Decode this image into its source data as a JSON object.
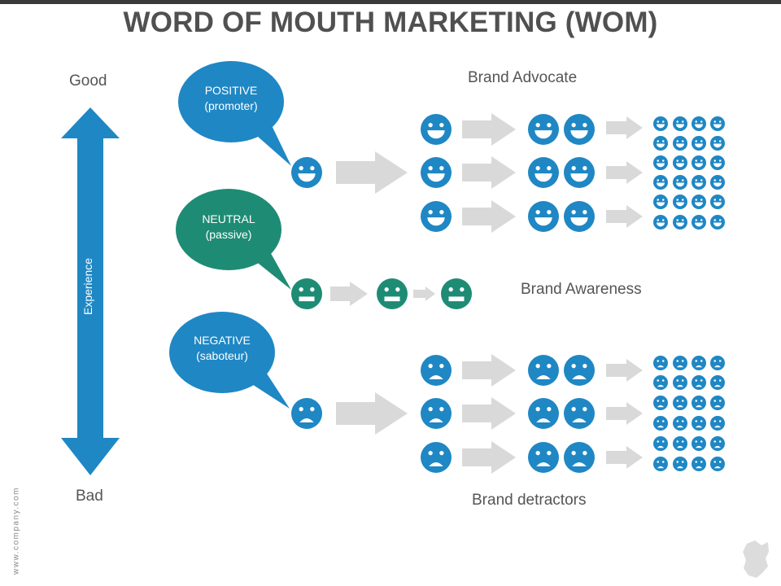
{
  "title": "WORD OF MOUTH MARKETING (WOM)",
  "axis": {
    "top": "Good",
    "bottom": "Bad",
    "label": "Experience"
  },
  "bubbles": [
    {
      "line1": "POSITIVE",
      "line2": "(promoter)",
      "color": "#1f87c4"
    },
    {
      "line1": "NEUTRAL",
      "line2": "(passive)",
      "color": "#1e8c74"
    },
    {
      "line1": "NEGATIVE",
      "line2": "(saboteur)",
      "color": "#1f87c4"
    }
  ],
  "groups": {
    "advocate": "Brand Advocate",
    "awareness": "Brand Awareness",
    "detractors": "Brand detractors"
  },
  "footer": {
    "website": "www.company.com"
  },
  "colors": {
    "blue": "#1f87c4",
    "green": "#1e8c74",
    "arrow": "#d9d9d9",
    "text": "#555555"
  },
  "icons": {
    "happy": "smiley-icon",
    "neutral": "neutral-face-icon",
    "sad": "sad-face-icon"
  }
}
